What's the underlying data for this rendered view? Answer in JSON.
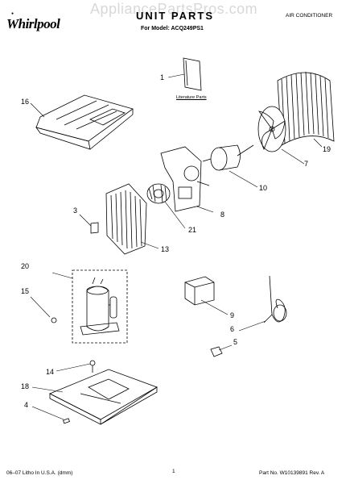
{
  "header": {
    "brand": "Whirlpool",
    "watermark": "AppliancePartsPros.com",
    "title": "UNIT PARTS",
    "model_line": "For Model: ACQ249PS1",
    "category": "AIR CONDITIONER"
  },
  "literature_label": "Literature Parts",
  "callouts": {
    "c1": "1",
    "c16": "16",
    "c19": "19",
    "c7": "7",
    "c10": "10",
    "c8": "8",
    "c21": "21",
    "c3": "3",
    "c13": "13",
    "c20": "20",
    "c15": "15",
    "c9": "9",
    "c6": "6",
    "c5": "5",
    "c14": "14",
    "c18": "18",
    "c4": "4"
  },
  "footer": {
    "left": "06–07 Litho In U.S.A. (dmm)",
    "center": "1",
    "right": "Part No. W10139891 Rev. A"
  }
}
